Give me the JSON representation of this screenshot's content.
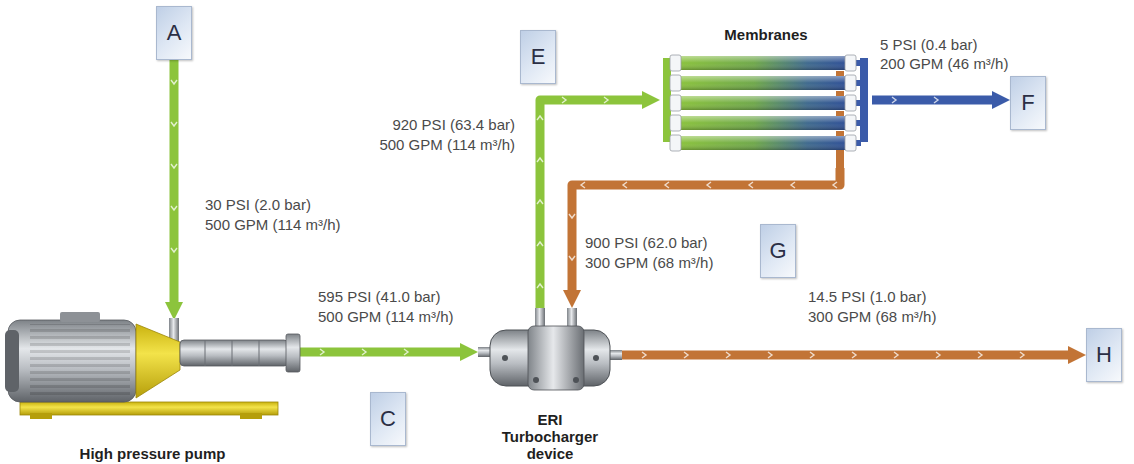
{
  "diagram": {
    "nodes": [
      {
        "text": [
          "A"
        ]
      },
      {
        "text": [
          "High pressure pump"
        ]
      },
      {
        "text": [
          "C"
        ]
      },
      {
        "text": [
          "ERI Turbocharger device"
        ]
      },
      {
        "text": [
          "E"
        ]
      },
      {
        "text": [
          "Membranes"
        ]
      },
      {
        "text": [
          "F"
        ]
      },
      {
        "text": [
          "G"
        ]
      },
      {
        "text": [
          "H"
        ]
      }
    ],
    "edges": [
      {
        "from": 0,
        "to": 1,
        "arrow": "to"
      },
      {
        "from": 1,
        "to": 3,
        "arrow": "to"
      },
      {
        "from": 3,
        "to": 5,
        "arrow": "to"
      },
      {
        "from": 5,
        "to": 6,
        "arrow": "to"
      },
      {
        "from": 5,
        "to": 3,
        "arrow": "to"
      },
      {
        "from": 3,
        "to": 8,
        "arrow": "to"
      }
    ],
    "labels": [
      "30 PSI (2.0 bar)",
      "500 GPM (114 m³/h)",
      "595 PSI (41.0 bar)",
      "500 GPM (114 m³/h)",
      "920 PSI (63.4 bar)",
      "500 GPM (114 m³/h)",
      "5 PSI (0.4 bar)",
      "200 GPM (46 m³/h)",
      "900 PSI (62.0 bar)",
      "300 GPM (68 m³/h)",
      "14.5 PSI (1.0 bar)",
      "300 GPM (68 m³/h)"
    ]
  }
}
